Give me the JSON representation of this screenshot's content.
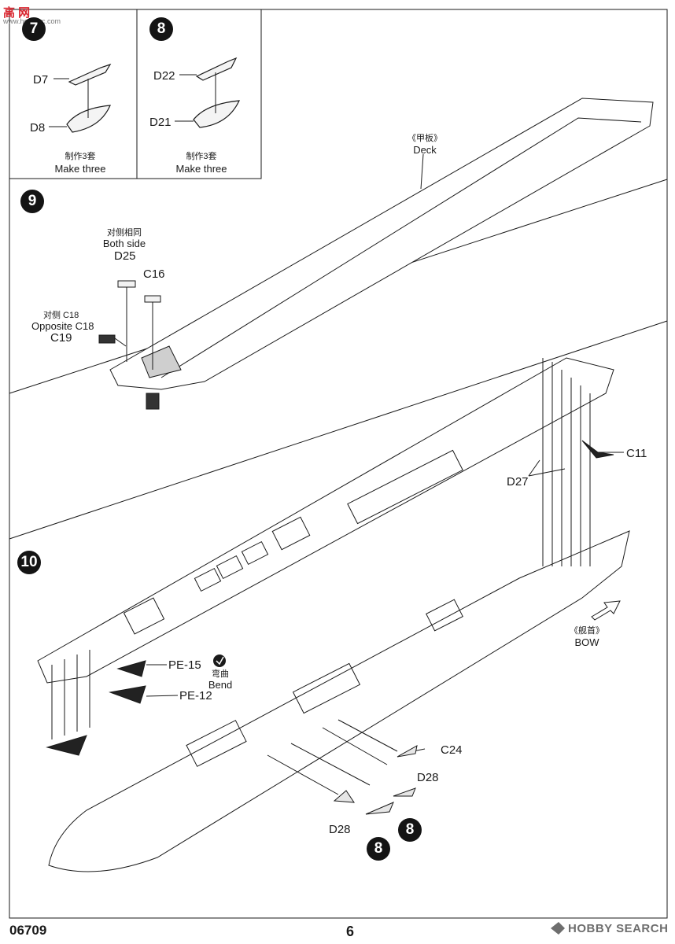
{
  "watermark": {
    "logo": "高 网",
    "url": "www.hobbyrc.com"
  },
  "steps": {
    "s7": {
      "number": "7",
      "parts": [
        "D7",
        "D8"
      ],
      "note_cn": "制作3套",
      "note_en": "Make three"
    },
    "s8": {
      "number": "8",
      "parts": [
        "D22",
        "D21"
      ],
      "note_cn": "制作3套",
      "note_en": "Make three"
    },
    "s9": {
      "number": "9",
      "deck_cn": "《甲板》",
      "deck_en": "Deck",
      "both_cn": "对侧相同",
      "both_en": "Both side",
      "d25": "D25",
      "c16": "C16",
      "opp_cn": "对侧 C18",
      "opp_en": "Opposite C18",
      "c19": "C19"
    },
    "s10": {
      "number": "10",
      "c11": "C11",
      "d27": "D27",
      "bow_cn": "《舰首》",
      "bow_en": "BOW",
      "pe15": "PE-15",
      "pe12": "PE-12",
      "bend_cn": "弯曲",
      "bend_en": "Bend",
      "c24": "C24",
      "d28_right": "D28",
      "d28_left": "D28",
      "ref_step_a": "8",
      "ref_step_b": "8"
    }
  },
  "footer": {
    "code": "06709",
    "page": "6",
    "brand": "HOBBY SEARCH"
  },
  "colors": {
    "ink": "#1a1a1a",
    "step_badge": "#141414",
    "watermark_red": "#d9262f",
    "brand_grey": "#6e6e6e"
  },
  "icons": [
    "bend-arrow-icon",
    "bow-direction-arrow-icon",
    "hobbysearch-logo-icon"
  ]
}
